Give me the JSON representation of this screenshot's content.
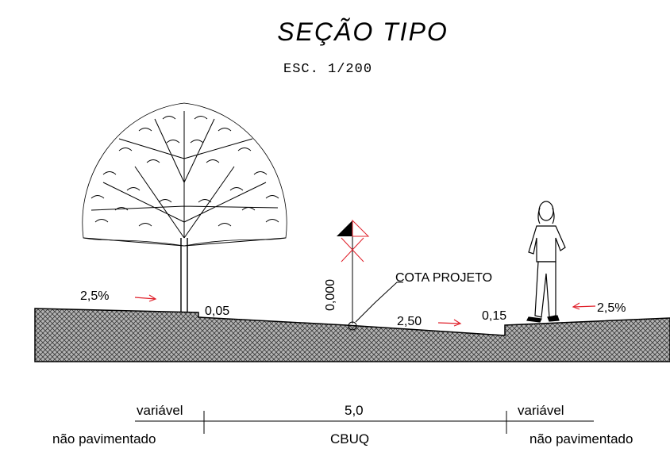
{
  "title": "SEÇÃO TIPO",
  "scale": "ESC. 1/200",
  "section": {
    "left_slope": "2,5%",
    "left_step": "0,05",
    "level_label": "0,000",
    "marker_label": "COTA PROJETO",
    "center_slope": "2,50",
    "right_step": "0,15",
    "right_slope": "2,5%"
  },
  "bottom": {
    "left_dimension": "variável",
    "center_dimension": "5,0",
    "right_dimension": "variável",
    "left_surface": "não pavimentado",
    "center_surface": "CBUQ",
    "right_surface": "não pavimentado"
  },
  "colors": {
    "line": "#000000",
    "accent": "#e0202a",
    "fill": "#9a9a9a"
  }
}
